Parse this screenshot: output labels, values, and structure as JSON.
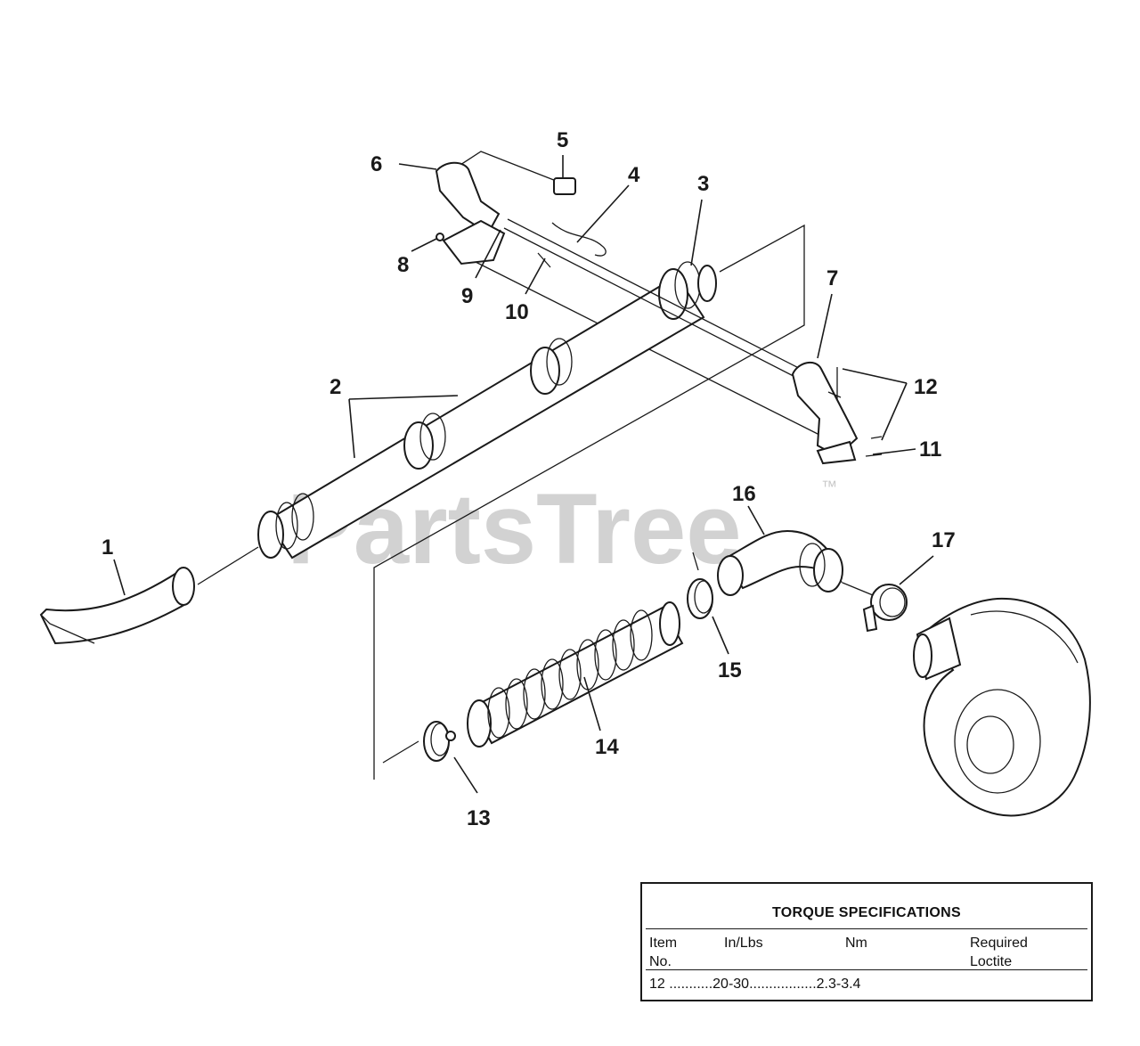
{
  "watermark": {
    "text": "PartsTree",
    "trademark": "™"
  },
  "callouts": [
    "1",
    "2",
    "3",
    "4",
    "5",
    "6",
    "7",
    "8",
    "9",
    "10",
    "11",
    "12",
    "13",
    "14",
    "15",
    "16",
    "17"
  ],
  "torque_table": {
    "title": "TORQUE SPECIFICATIONS",
    "headers": [
      "Item\nNo.",
      "In/Lbs",
      "Nm",
      "Required\nLoctite"
    ],
    "row": "12 ...........20-30.................2.3-3.4"
  }
}
